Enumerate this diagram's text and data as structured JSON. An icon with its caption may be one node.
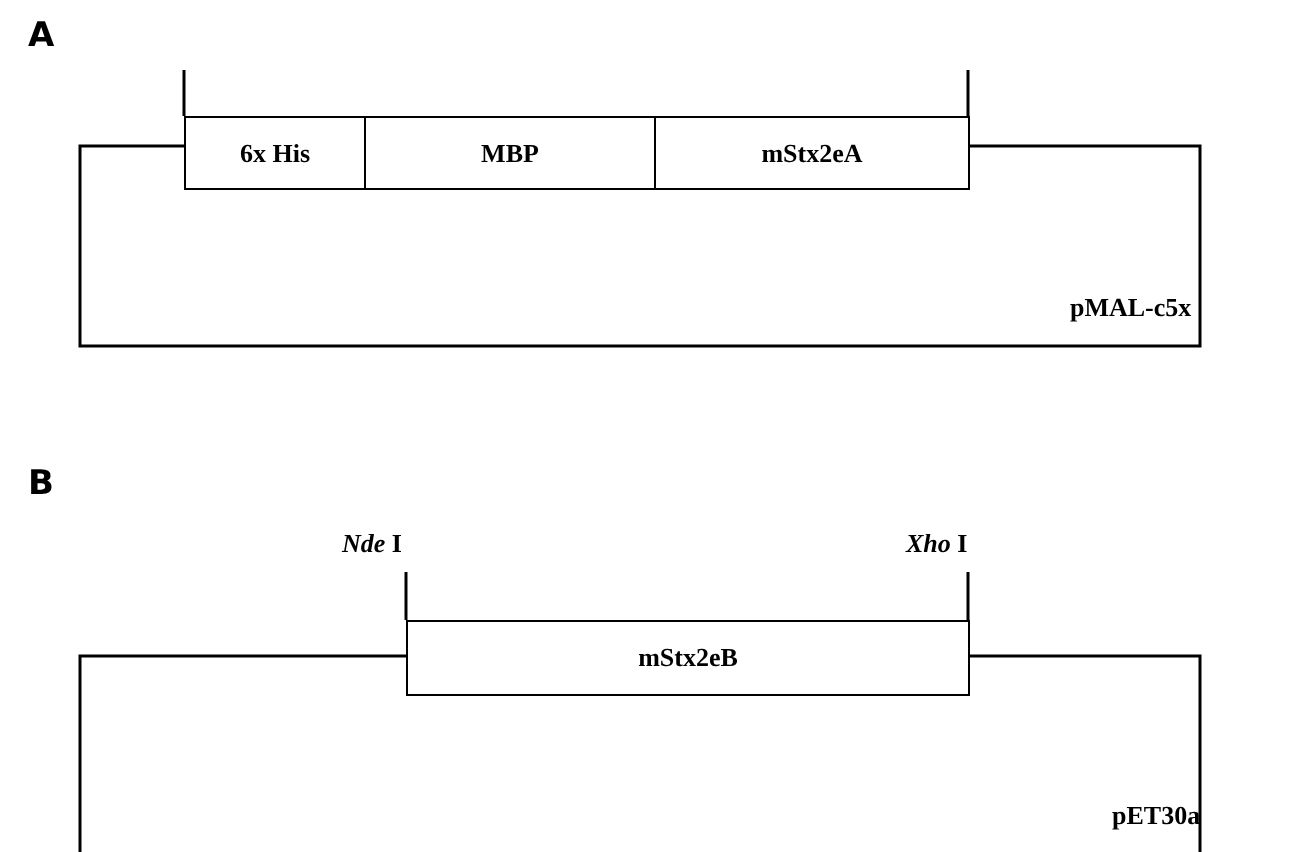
{
  "diagram": {
    "nodes": [
      {
        "text": [
          "6x His"
        ]
      },
      {
        "text": [
          "MBP"
        ]
      },
      {
        "text": [
          "mStx2eA"
        ]
      },
      {
        "text": [
          "mStx2eB"
        ]
      }
    ],
    "labels": [
      "A",
      "pMAL-c5x",
      "B",
      "*Nde* I",
      "*Xho* I",
      "pET30a"
    ]
  }
}
